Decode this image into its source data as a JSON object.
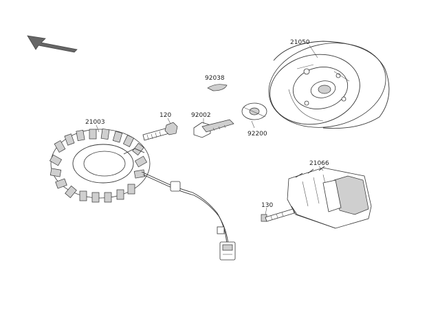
{
  "diagram": {
    "labels": {
      "flywheel": "21050",
      "key": "92038",
      "bolt_120": "120",
      "spacer": "92002",
      "washer": "92200",
      "stator": "21003",
      "regulator": "21066",
      "bolt_130": "130"
    },
    "colors": {
      "line": "#333333",
      "shade": "#cfcfcf",
      "arrow": "#666666"
    },
    "icons": [
      "direction-arrow-icon"
    ]
  }
}
